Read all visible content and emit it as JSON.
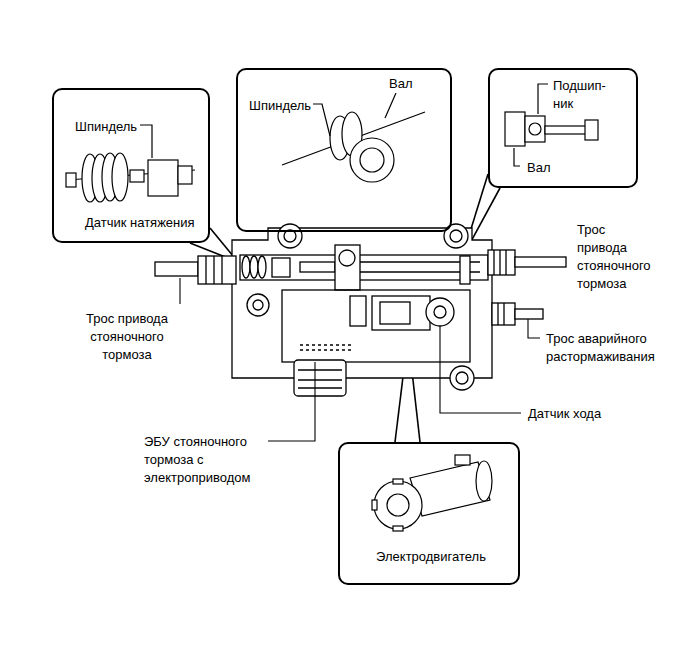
{
  "diagram": {
    "nodes": [
      {
        "text": [
          "Шпиндель",
          "Датчик натяжения"
        ]
      },
      {
        "text": [
          "Вал",
          "Шпиндель"
        ]
      },
      {
        "text": [
          "Подшип- ник",
          "Вал"
        ]
      },
      {
        "text": [
          "Электродвигатель"
        ]
      }
    ],
    "labels": [
      "Трос привода стояночного тормоза",
      "Трос привода стояночного тормоза",
      "Трос аварийного растормаживания",
      "Датчик хода",
      "ЭБУ стояночного тормоза с электроприводом"
    ]
  }
}
